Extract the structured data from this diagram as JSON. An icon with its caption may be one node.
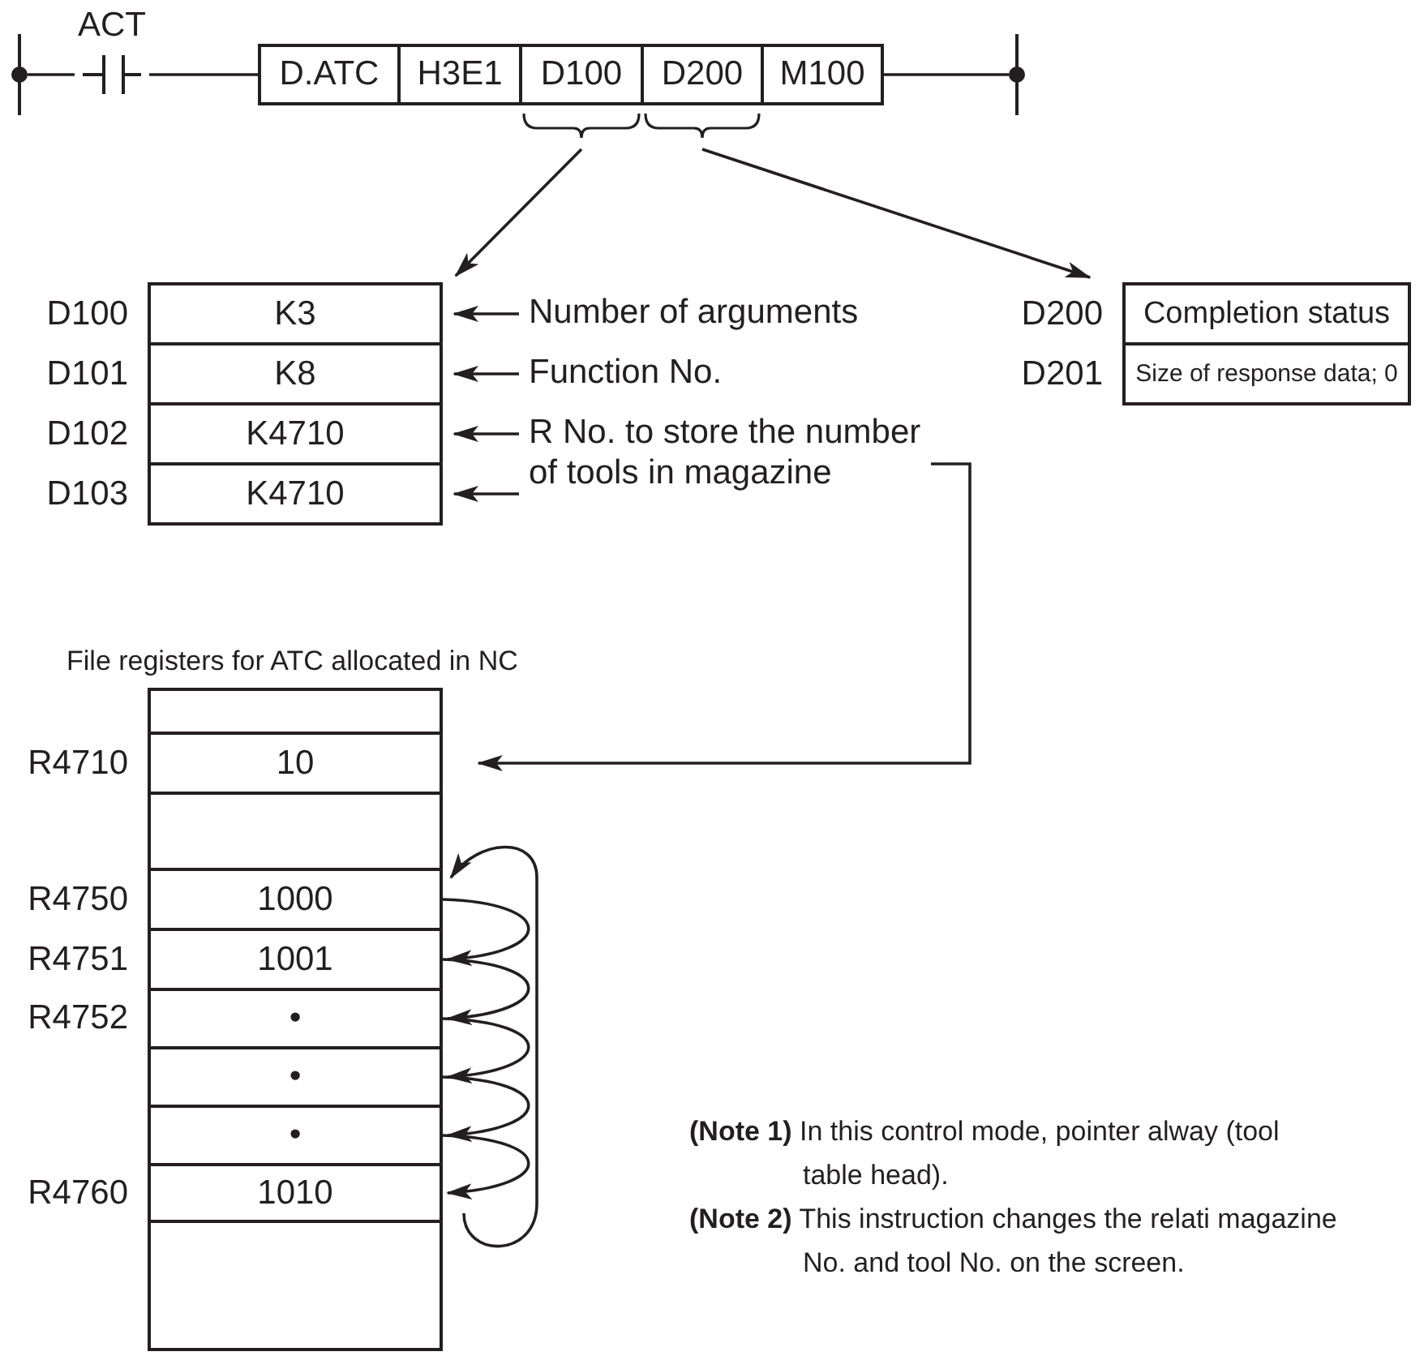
{
  "diagram": {
    "nodes": [
      {
        "text": [],
        "shape": "bar"
      },
      {
        "text": [
          "ACT"
        ]
      },
      {
        "text": [
          "D.ATC"
        ]
      },
      {
        "text": [
          "H3E1"
        ]
      },
      {
        "text": [
          "D100"
        ]
      },
      {
        "text": [
          "D200"
        ]
      },
      {
        "text": [
          "M100"
        ]
      },
      {
        "text": [],
        "shape": "bar"
      },
      {
        "text": [
          "K3"
        ],
        "beside": [
          "D100"
        ]
      },
      {
        "text": [
          "K8"
        ],
        "beside": [
          "D101"
        ]
      },
      {
        "text": [
          "K4710"
        ],
        "beside": [
          "D102"
        ]
      },
      {
        "text": [
          "K4710"
        ],
        "beside": [
          "D103"
        ]
      },
      {
        "text": [
          "Number of arguments"
        ]
      },
      {
        "text": [
          "Function No."
        ]
      },
      {
        "text": [
          "R No. to store the number of tools in magazine"
        ]
      },
      {
        "text": [
          "Completion status"
        ],
        "beside": [
          "D200"
        ]
      },
      {
        "text": [
          "Size of response data; 0"
        ],
        "beside": [
          "D201"
        ]
      },
      {
        "text": [
          "File registers for ATC allocated in NC"
        ]
      },
      {
        "text": [
          "10"
        ],
        "beside": [
          "R4710"
        ],
        "in": 17
      },
      {
        "text": [
          "1000"
        ],
        "beside": [
          "R4750"
        ],
        "in": 17
      },
      {
        "text": [
          "1001"
        ],
        "beside": [
          "R4751"
        ],
        "in": 17
      },
      {
        "text": [
          "•"
        ],
        "beside": [
          "R4752"
        ],
        "in": 17
      },
      {
        "text": [
          "•"
        ],
        "in": 17
      },
      {
        "text": [
          "•"
        ],
        "in": 17
      },
      {
        "text": [
          "1010"
        ],
        "beside": [
          "R4760"
        ],
        "in": 17
      }
    ],
    "edges": [
      {
        "from": 0,
        "to": 1,
        "arrow": "none"
      },
      {
        "from": 1,
        "to": 2,
        "arrow": "none"
      },
      {
        "from": 6,
        "to": 7,
        "arrow": "none"
      },
      {
        "from": 4,
        "to": 8,
        "arrow": "to"
      },
      {
        "from": 5,
        "to": 15,
        "arrow": "to"
      },
      {
        "from": 12,
        "to": 8,
        "arrow": "to"
      },
      {
        "from": 13,
        "to": 9,
        "arrow": "to"
      },
      {
        "from": 14,
        "to": 10,
        "arrow": "to"
      },
      {
        "from": 14,
        "to": 11,
        "arrow": "to"
      },
      {
        "from": 14,
        "to": 18,
        "arrow": "to"
      },
      {
        "from": 19,
        "to": 20,
        "arrow": "to"
      },
      {
        "from": 20,
        "to": 21,
        "arrow": "to"
      },
      {
        "from": 21,
        "to": 22,
        "arrow": "to"
      },
      {
        "from": 22,
        "to": 23,
        "arrow": "to"
      },
      {
        "from": 23,
        "to": 24,
        "arrow": "to"
      },
      {
        "from": 24,
        "to": 19,
        "arrow": "to"
      }
    ],
    "labels": [
      "**(Note 1)** In this control mode, pointer alway (tool table head).",
      "**(Note 2)** This instruction changes the relati magazine No. and tool No. on the screen."
    ]
  }
}
